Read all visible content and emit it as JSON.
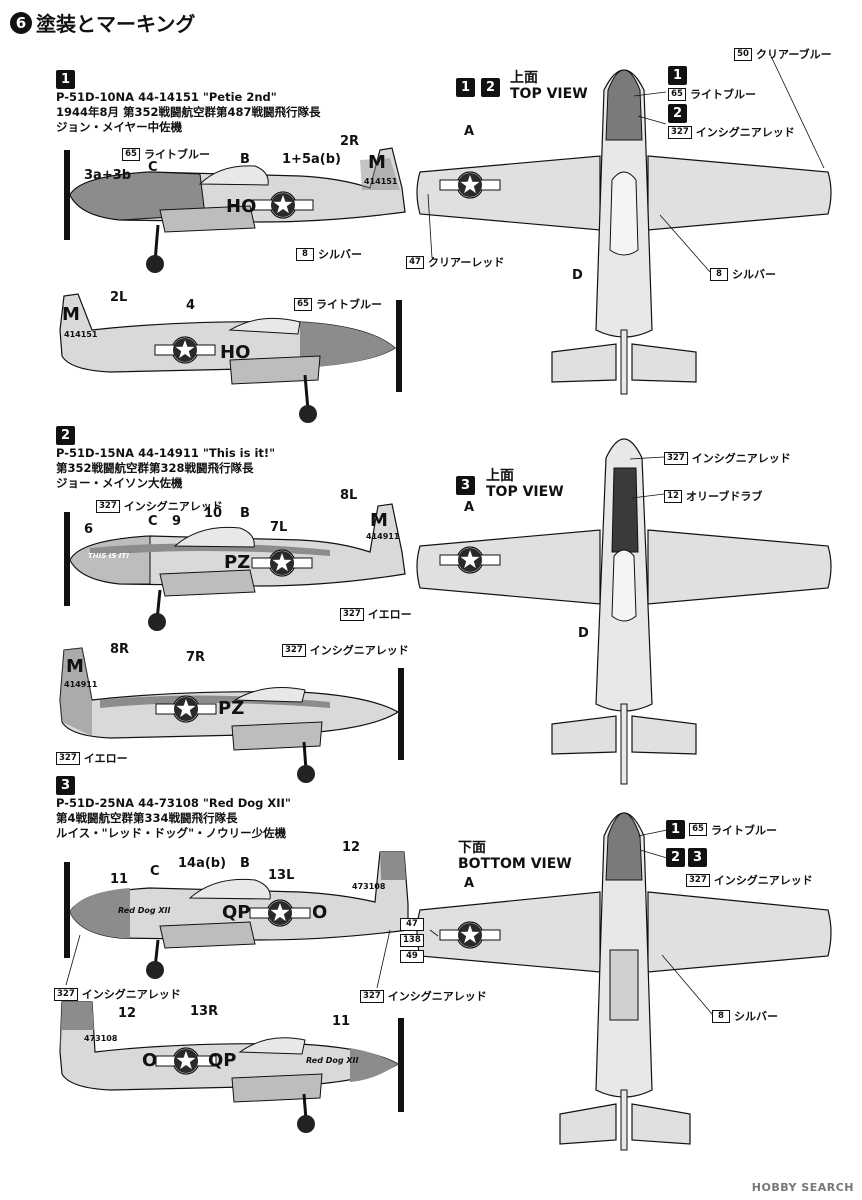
{
  "header": {
    "number": "6",
    "title": "塗装とマーキング"
  },
  "scheme1": {
    "number": "1",
    "line1": "P-51D-10NA 44-14151 \"Petie 2nd\"",
    "line2": "1944年8月 第352戦闘航空群第487戦闘飛行隊長",
    "line3": "ジョン・メイヤー中佐機",
    "side_labels": {
      "a": "3a+3b",
      "b": "C",
      "c": "B",
      "d": "1+5a(b)",
      "e": "2R",
      "f": "2L",
      "g": "4"
    },
    "codes": {
      "sq": "HO",
      "tail": "M",
      "serial": "414151"
    },
    "callouts": {
      "c1_num": "65",
      "c1_text": "ライトブルー",
      "c2_num": "8",
      "c2_text": "シルバー",
      "c3_num": "65",
      "c3_text": "ライトブルー"
    }
  },
  "scheme2": {
    "number": "2",
    "line1": "P-51D-15NA 44-14911 \"This is it!\"",
    "line2": "第352戦闘航空群第328戦闘飛行隊長",
    "line3": "ジョー・メイソン大佐機",
    "side_labels": {
      "a": "6",
      "b": "C",
      "c": "9",
      "d": "10",
      "e": "B",
      "f": "7L",
      "g": "8L",
      "h": "8R",
      "i": "7R"
    },
    "codes": {
      "sq": "PZ",
      "tail": "M",
      "serial": "414911",
      "nose": "THIS IS IT!"
    },
    "callouts": {
      "c1_num": "327",
      "c1_text": "インシグニアレッド",
      "c2_num": "327",
      "c2_text": "イエロー",
      "c3_num": "327",
      "c3_text": "インシグニアレッド",
      "c4_num": "327",
      "c4_text": "イエロー"
    }
  },
  "scheme3": {
    "number": "3",
    "line1": "P-51D-25NA 44-73108 \"Red Dog XII\"",
    "line2": "第4戦闘航空群第334戦闘飛行隊長",
    "line3": "ルイス・\"レッド・ドッグ\"・ノウリー少佐機",
    "side_labels": {
      "a": "11",
      "b": "C",
      "c": "14a(b)",
      "d": "B",
      "e": "13L",
      "f": "12",
      "g": "12",
      "h": "13R",
      "i": "11"
    },
    "codes": {
      "sq": "QP",
      "sq2": "O",
      "serial": "473108",
      "nose": "Red Dog XII"
    },
    "callouts": {
      "c1_num": "327",
      "c1_text": "インシグニアレッド",
      "c2_num": "327",
      "c2_text": "インシグニアレッド"
    }
  },
  "top1": {
    "n1": "1",
    "n2": "2",
    "view_jp": "上面",
    "view_en": "TOP VIEW",
    "label_a": "A",
    "label_d": "D",
    "callouts": {
      "clear_blue_num": "50",
      "clear_blue_text": "クリアーブルー",
      "n1": "1",
      "light_blue_num": "65",
      "light_blue_text": "ライトブルー",
      "n2": "2",
      "red_num": "327",
      "red_text": "インシグニアレッド",
      "silver_num": "8",
      "silver_text": "シルバー",
      "clear_red_num": "47",
      "clear_red_text": "クリアーレッド"
    }
  },
  "top3": {
    "n": "3",
    "view_jp": "上面",
    "view_en": "TOP VIEW",
    "label_a": "A",
    "label_d": "D",
    "callouts": {
      "red_num": "327",
      "red_text": "インシグニアレッド",
      "olive_num": "12",
      "olive_text": "オリーブドラブ"
    }
  },
  "bottom": {
    "view_jp": "下面",
    "view_en": "BOTTOM VIEW",
    "label_a": "A",
    "callouts": {
      "n1": "1",
      "light_blue_num": "65",
      "light_blue_text": "ライトブルー",
      "n2": "2",
      "n3": "3",
      "red_num": "327",
      "red_text": "インシグニアレッド",
      "silver_num": "8",
      "silver_text": "シルバー",
      "b47": "47",
      "b138": "138",
      "b49": "49"
    }
  },
  "watermark": "HOBBY SEARCH"
}
